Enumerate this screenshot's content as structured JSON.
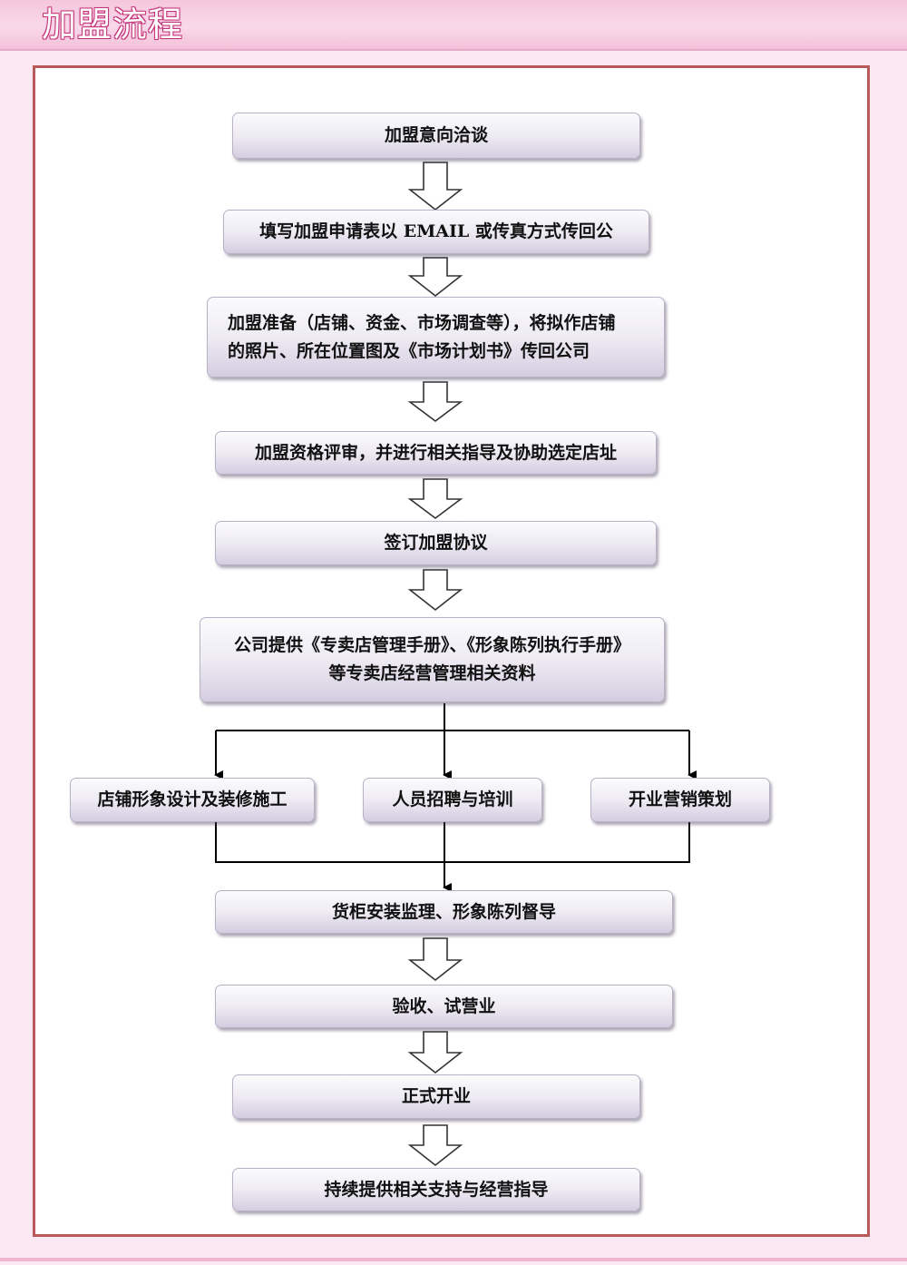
{
  "header": {
    "title": "加盟流程"
  },
  "steps": {
    "s1": "加盟意向洽谈",
    "s2": "填写加盟申请表以 EMAIL 或传真方式传回公",
    "s3": {
      "line1": "加盟准备（店铺、资金、市场调查等），将拟作店铺",
      "line2": "的照片、所在位置图及《市场计划书》传回公司"
    },
    "s4": "加盟资格评审，并进行相关指导及协助选定店址",
    "s5": "签订加盟协议",
    "s6": {
      "line1": "公司提供《专卖店管理手册》、《形象陈列执行手册》",
      "line2": "等专卖店经营管理相关资料"
    },
    "branch_left": "店铺形象设计及装修施工",
    "branch_mid": "人员招聘与培训",
    "branch_right": "开业营销策划",
    "s7": "货柜安装监理、形象陈列督导",
    "s8": "验收、试营业",
    "s9": "正式开业",
    "s10": "持续提供相关支持与经营指导"
  }
}
